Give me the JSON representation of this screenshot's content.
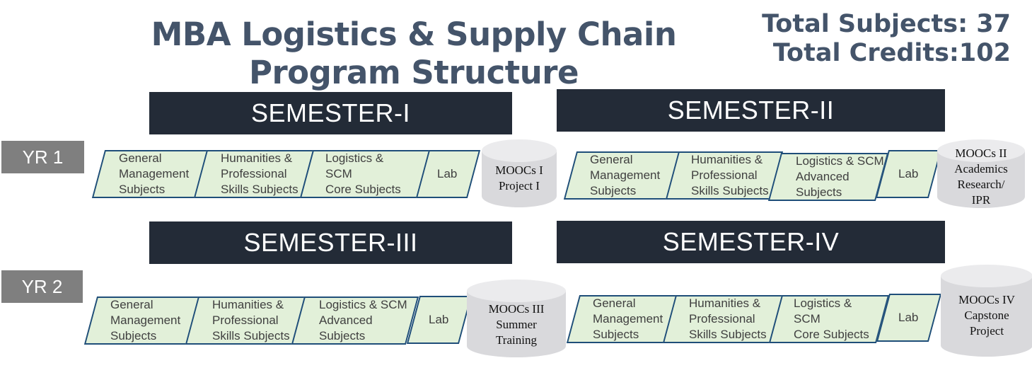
{
  "title": {
    "line1": "MBA Logistics & Supply Chain",
    "line2": "Program Structure"
  },
  "totals": {
    "subjects": "Total Subjects: 37",
    "credits": "Total Credits:102"
  },
  "years": [
    "YR  1",
    "YR  2"
  ],
  "semesters": [
    "SEMESTER-I",
    "SEMESTER-II",
    "SEMESTER-III",
    "SEMESTER-IV"
  ],
  "sem1": {
    "boxes": [
      "General\nManagement\nSubjects",
      "Humanities &\nProfessional\nSkills Subjects",
      "Logistics &\nSCM\nCore Subjects",
      "Lab"
    ],
    "moocs": "MOOCs I\nProject I"
  },
  "sem2": {
    "boxes": [
      "General\nManagement\nSubjects",
      "Humanities &\nProfessional\nSkills Subjects",
      "Logistics & SCM\nAdvanced\nSubjects",
      "Lab"
    ],
    "moocs": "MOOCs II\nAcademics\nResearch/\nIPR"
  },
  "sem3": {
    "boxes": [
      "General\nManagement\nSubjects",
      "Humanities &\nProfessional\nSkills Subjects",
      "Logistics & SCM\nAdvanced\nSubjects",
      "Lab"
    ],
    "moocs": "MOOCs III\nSummer\nTraining"
  },
  "sem4": {
    "boxes": [
      "General\nManagement\nSubjects",
      "Humanities &\nProfessional\nSkills Subjects",
      "Logistics &\nSCM\nCore Subjects",
      "Lab"
    ],
    "moocs": "MOOCs IV\nCapstone\nProject"
  },
  "colors": {
    "header_bg": "#232b37",
    "title_text": "#44546a",
    "year_bg": "#7f7f7f",
    "box_fill": "#e2f0d9",
    "box_border": "#1f4e79",
    "cylinder": "#d9d9dc"
  }
}
